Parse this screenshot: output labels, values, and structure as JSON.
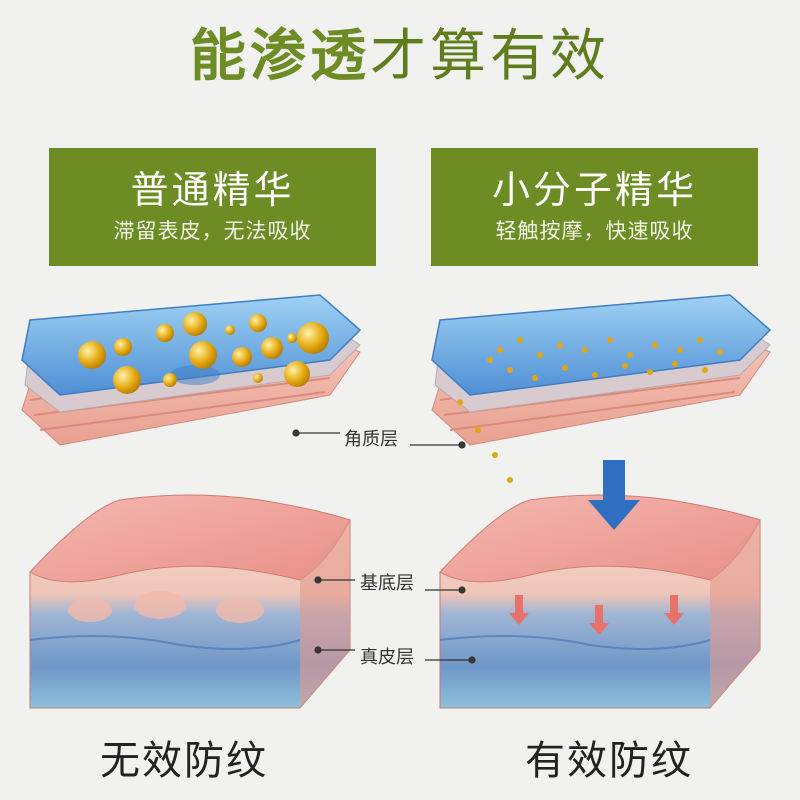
{
  "title": {
    "highlight": "能渗透",
    "rest": "才算有效"
  },
  "cards": [
    {
      "heading": "普通精华",
      "sub": "滞留表皮，无法吸收"
    },
    {
      "heading": "小分子精华",
      "sub": "轻触按摩，快速吸收"
    }
  ],
  "layers": {
    "stratum": "角质层",
    "basal": "基底层",
    "dermis": "真皮层"
  },
  "bottom": {
    "left": "无效防纹",
    "right": "有效防纹"
  },
  "colors": {
    "green": "#6d8c24",
    "gold": "#e5a80f",
    "blue": "#5f9bd8"
  }
}
